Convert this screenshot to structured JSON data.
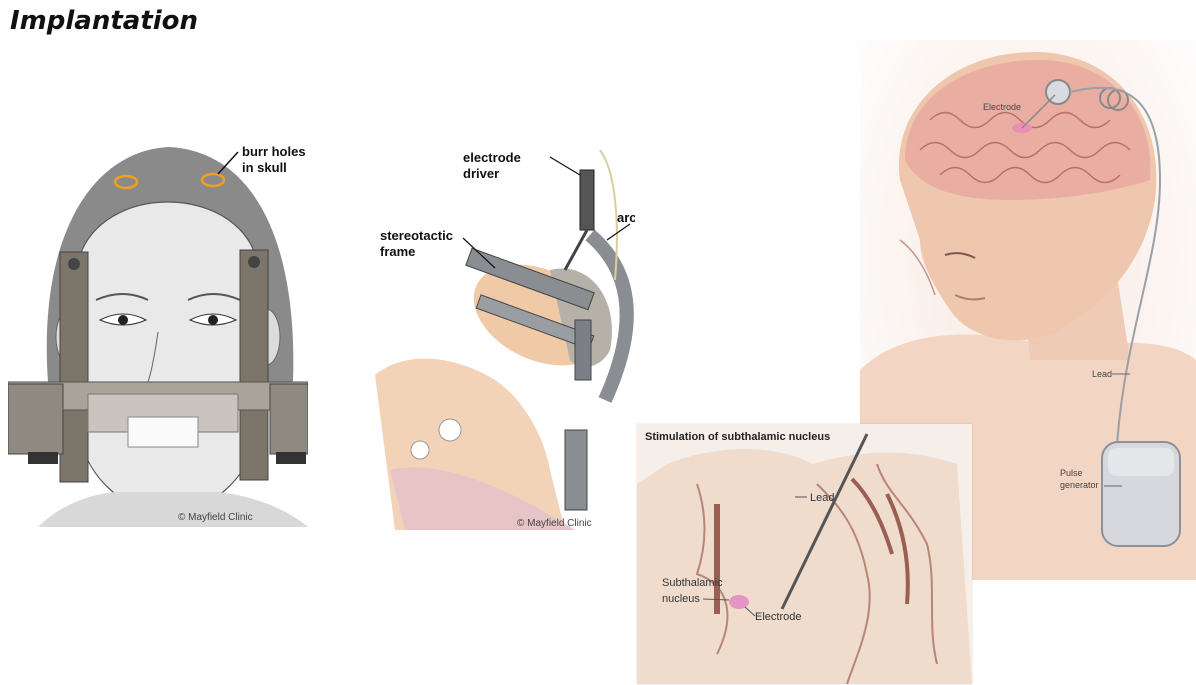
{
  "title": "Implantation",
  "frame_panel": {
    "label_line1": "burr holes",
    "label_line2": "in skull",
    "credit": "© Mayfield Clinic"
  },
  "stereotactic_panel": {
    "electrode_line1": "electrode",
    "electrode_line2": "driver",
    "frame_line1": "stereotactic",
    "frame_line2": "frame",
    "arc": "arc",
    "credit": "© Mayfield Clinic"
  },
  "patient_panel": {
    "electrode": "Electrode",
    "lead": "Lead",
    "pulse_line1": "Pulse",
    "pulse_line2": "generator"
  },
  "stn_panel": {
    "title": "Stimulation of subthalamic nucleus",
    "lead": "Lead",
    "stn_line1": "Subthalamic",
    "stn_line2": "nucleus",
    "electrode": "Electrode"
  }
}
